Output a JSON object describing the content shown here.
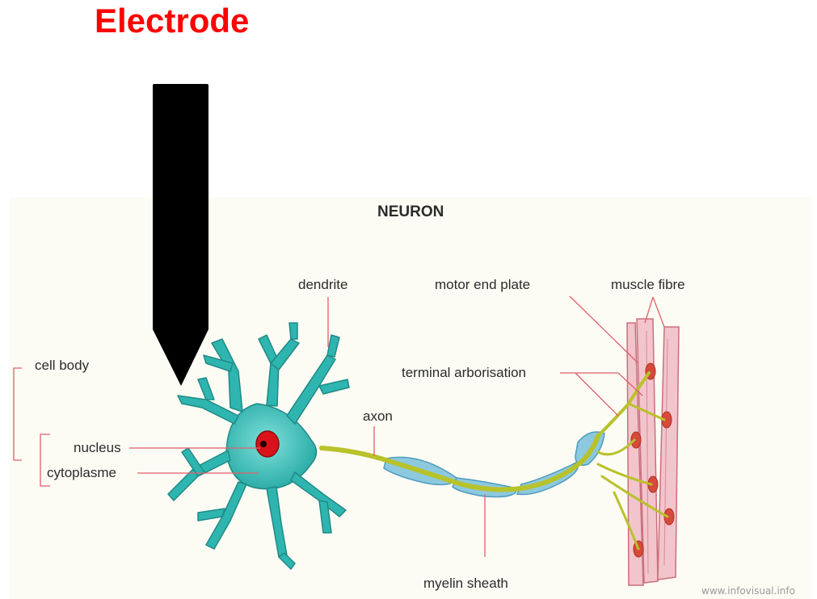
{
  "title": "Electrode",
  "diagram": {
    "heading": "NEURON",
    "labels": {
      "dendrite": "dendrite",
      "motor_end_plate": "motor end plate",
      "muscle_fibre": "muscle fibre",
      "cell_body": "cell body",
      "terminal_arborisation": "terminal arborisation",
      "axon": "axon",
      "nucleus": "nucleus",
      "cytoplasme": "cytoplasme",
      "myelin_sheath": "myelin sheath"
    },
    "watermark": "www.infovisual.info"
  },
  "colors": {
    "title": "#ff0000",
    "electrode": "#000000",
    "cell": "#2fb5b0",
    "nucleus": "#d9121a",
    "axon": "#b8c22a",
    "myelin": "#8cc9df",
    "muscle": "#f2c4cc",
    "leader_lines": "#e0606a"
  }
}
